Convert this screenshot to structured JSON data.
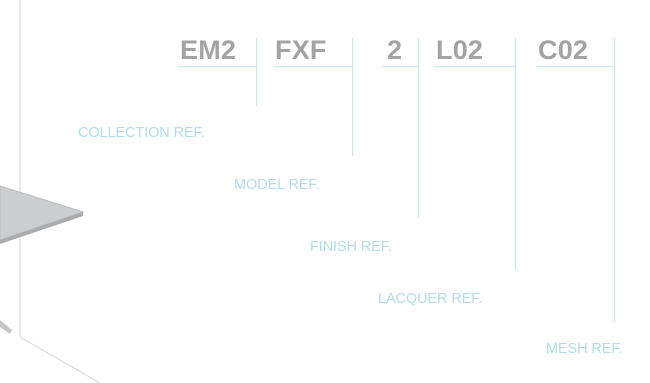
{
  "colors": {
    "code_text": "#a1a3a5",
    "label_text": "#b3dbe8",
    "leader_lines": "#c6e5ef",
    "frame_lines": "#cfd1d3",
    "product_fill": "#c9cbcd"
  },
  "reference_codes": [
    "EM2",
    "FXF",
    "2",
    "L02",
    "C02"
  ],
  "reference_labels": [
    "COLLECTION REF.",
    "MODEL REF.",
    "FINISH REF.",
    "LACQUER REF.",
    "MESH REF."
  ]
}
